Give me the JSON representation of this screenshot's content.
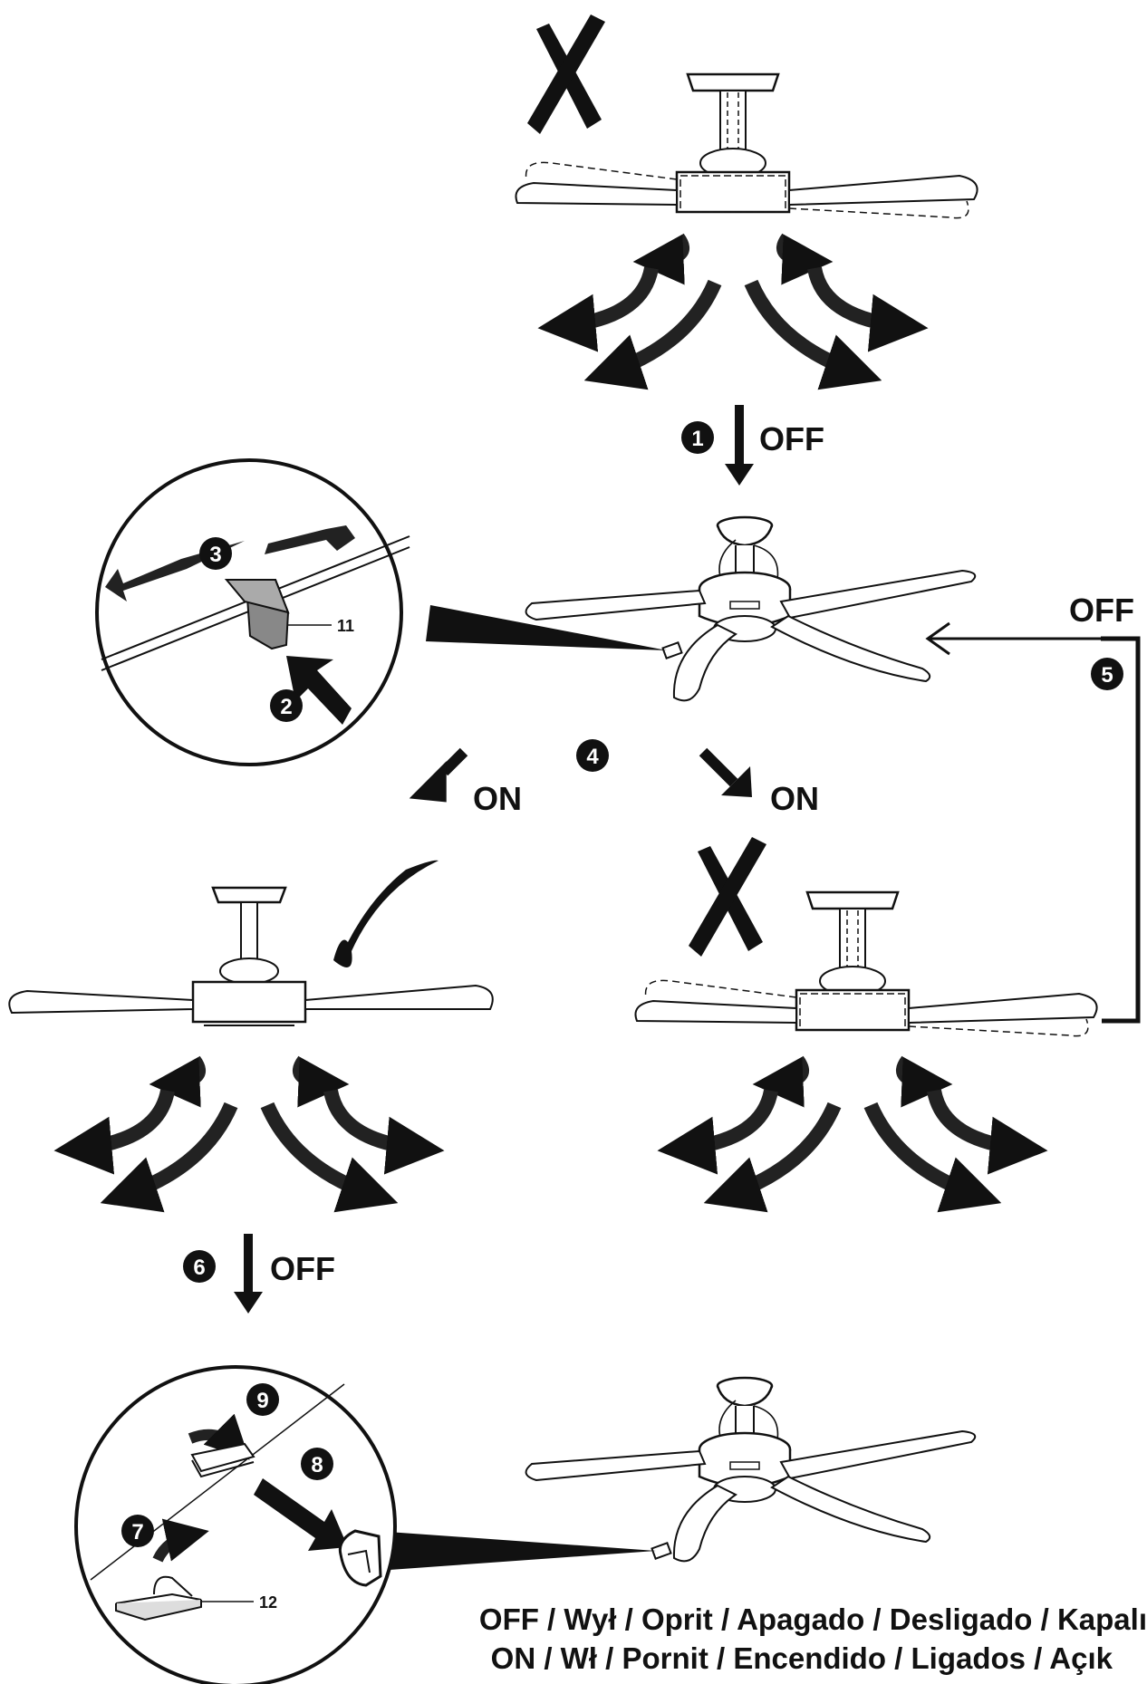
{
  "labels": {
    "off": "OFF",
    "on": "ON"
  },
  "callouts": {
    "part_11": "11",
    "part_12": "12"
  },
  "steps": [
    "1",
    "2",
    "3",
    "4",
    "5",
    "6",
    "7",
    "8",
    "9"
  ],
  "footer": {
    "off_line": "OFF / Wył / Oprit / Apagado / Desligado / Kapalı",
    "on_line": "ON / Wł / Pornit / Encendido / Ligados / Açık"
  }
}
